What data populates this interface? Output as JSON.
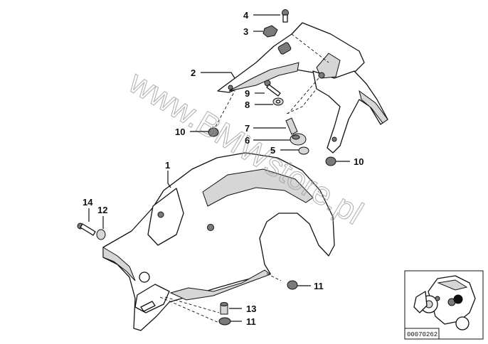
{
  "watermark": "www.BMWstore.pl",
  "reference_number": "00070262",
  "callouts": {
    "c1": "1",
    "c2": "2",
    "c3": "3",
    "c4": "4",
    "c5": "5",
    "c6": "6",
    "c7": "7",
    "c8": "8",
    "c9": "9",
    "c10a": "10",
    "c10b": "10",
    "c11a": "11",
    "c11b": "11",
    "c12": "12",
    "c13": "13",
    "c14": "14"
  }
}
